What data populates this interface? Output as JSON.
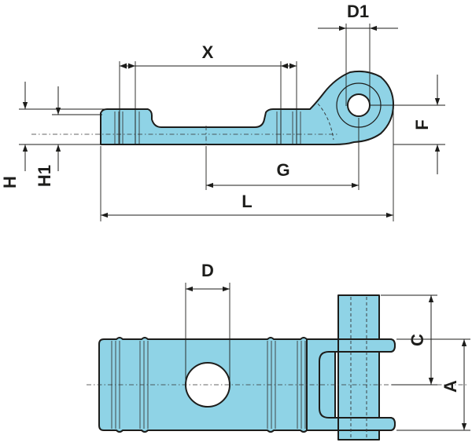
{
  "labels": {
    "d1": "D1",
    "x": "X",
    "f": "F",
    "h": "H",
    "h1": "H1",
    "g": "G",
    "l": "L",
    "d": "D",
    "c": "C",
    "a": "A"
  },
  "colors": {
    "part_fill": "#8fd3e6",
    "outline": "#1d1d1b"
  }
}
